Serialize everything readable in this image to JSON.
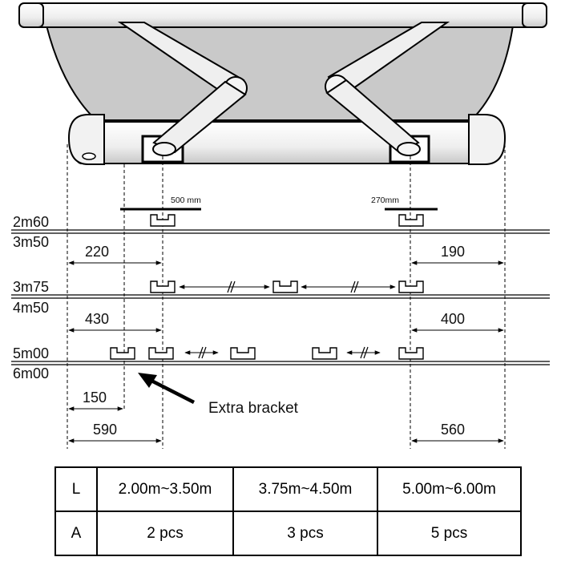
{
  "ranges": {
    "r1": {
      "top": "2m60",
      "bottom": "3m50"
    },
    "r2": {
      "top": "3m75",
      "bottom": "4m50"
    },
    "r3": {
      "top": "5m00",
      "bottom": "6m00"
    }
  },
  "brackets_dim": {
    "left": "500 mm",
    "right": "270mm"
  },
  "dimensions": {
    "r1_left": "220",
    "r1_right": "190",
    "r2_left": "430",
    "r2_right": "400",
    "r3_extra": "150",
    "r3_left": "590",
    "r3_right": "560"
  },
  "callout": "Extra bracket",
  "table": {
    "head_row1": "L",
    "head_row2": "A",
    "lengths": [
      "2.00m~3.50m",
      "3.75m~4.50m",
      "5.00m~6.00m"
    ],
    "amounts": [
      "2 pcs",
      "3 pcs",
      "5 pcs"
    ]
  }
}
